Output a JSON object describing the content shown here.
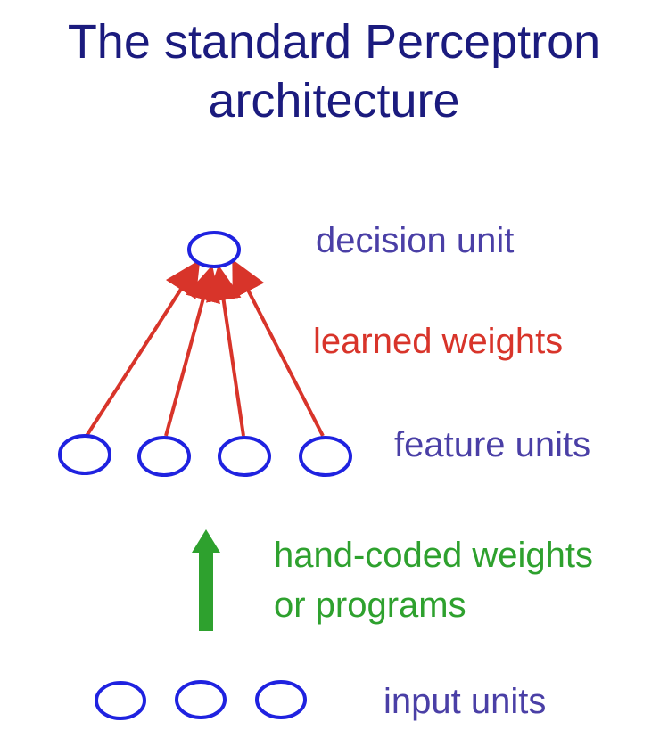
{
  "title": {
    "line1": "The standard Perceptron",
    "line2": "architecture"
  },
  "labels": {
    "decision": "decision unit",
    "learned": "learned weights",
    "feature": "feature units",
    "hand_coded_line1": "hand-coded weights",
    "hand_coded_line2": "or programs",
    "input": "input units"
  },
  "counts": {
    "decision_units": 1,
    "feature_units": 4,
    "input_units": 3
  },
  "colors": {
    "title": "#1b1b7e",
    "unit_outline": "#1f22e0",
    "learned_arrow": "#d8342a",
    "hand_coded_arrow": "#2ea12e",
    "label_text": "#4a3fa6"
  }
}
